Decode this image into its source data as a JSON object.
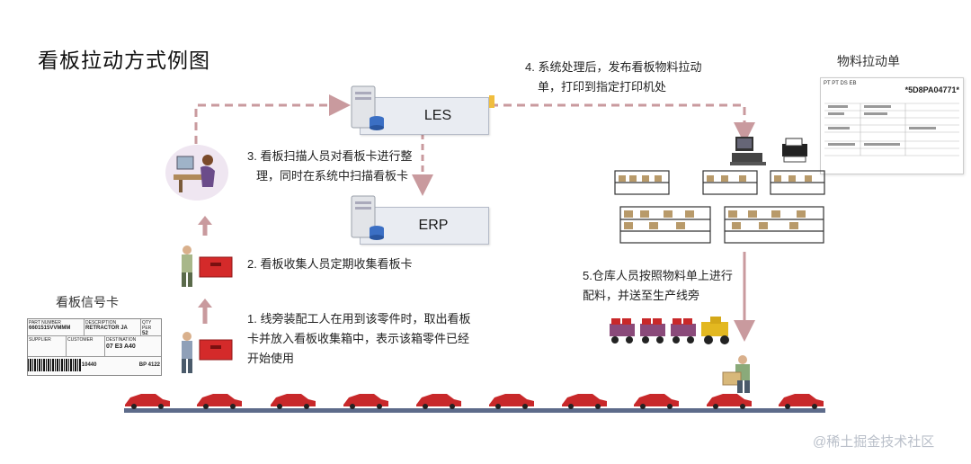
{
  "title": "看板拉动方式例图",
  "systems": {
    "les": "LES",
    "erp": "ERP"
  },
  "labels": {
    "kanban_card": "看板信号卡",
    "pull_sheet": "物料拉动单"
  },
  "steps": {
    "step1_l1": "1. 线旁装配工人在用到该零件时，取出看板",
    "step1_l2": "卡并放入看板收集箱中，表示该箱零件已经",
    "step1_l3": "开始使用",
    "step2": "2. 看板收集人员定期收集看板卡",
    "step3_l1": "3. 看板扫描人员对看板卡进行整",
    "step3_l2": "理，同时在系统中扫描看板卡",
    "step4_l1": "4. 系统处理后，发布看板物料拉动",
    "step4_l2": "单，打印到指定打印机处",
    "step5_l1": "5.仓库人员按照物料单上进行",
    "step5_l2": "配料，并送至生产线旁"
  },
  "kanban_card": {
    "part_number_label": "PART NUMBER",
    "part_number": "6601515VVMMM",
    "description_label": "DESCRIPTION",
    "description": "RETRACTOR JA",
    "qty_label": "QTY PER",
    "qty": "52",
    "supplier_label": "SUPPLIER",
    "customer_label": "CUSTOMER",
    "destination_label": "DESTINATION",
    "destination": "07 E3 A40",
    "card_no": "10440",
    "footer": "BP 4122"
  },
  "pull_sheet": {
    "barcode_text": "*5D8PA04771*",
    "header_codes": "PT    PT  DS  EB"
  },
  "watermark": "@稀土掘金技术社区",
  "colors": {
    "arrow": "#c99a9e",
    "car": "#c8282a",
    "box_fill": "#e9ecf2",
    "les_highlight": "#f0bd3e"
  }
}
